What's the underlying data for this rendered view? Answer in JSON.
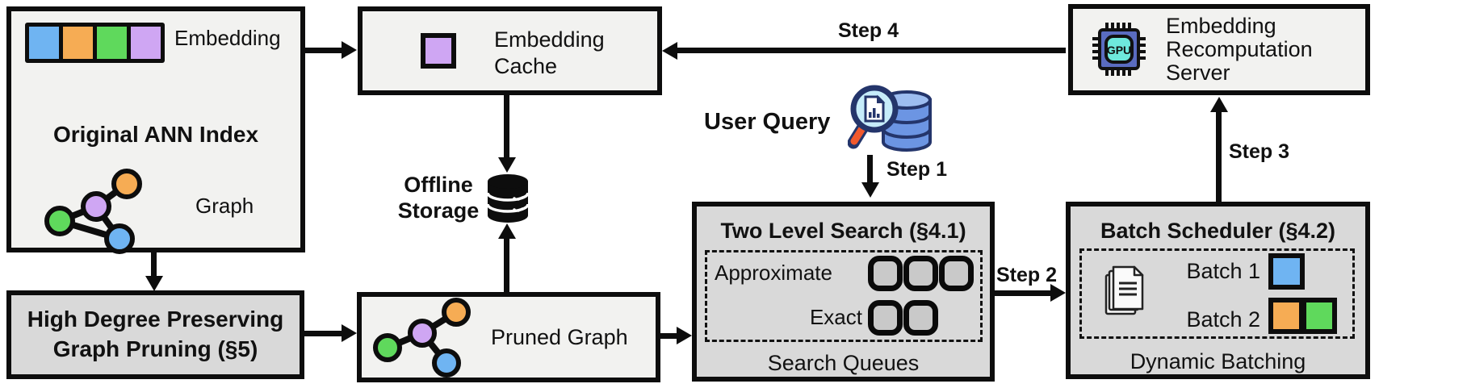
{
  "diagram": {
    "original_index": {
      "embedding_label": "Embedding",
      "title": "Original ANN Index",
      "graph_label": "Graph"
    },
    "graph_pruning": {
      "line1": "High Degree Preserving",
      "line2": "Graph Pruning (§5)"
    },
    "embedding_cache": {
      "line1": "Embedding",
      "line2": "Cache"
    },
    "offline_storage": {
      "line1": "Offline",
      "line2": "Storage"
    },
    "pruned_graph": {
      "label": "Pruned Graph"
    },
    "user_query": {
      "label": "User Query"
    },
    "two_level_search": {
      "title": "Two Level Search (§4.1)",
      "approximate_label": "Approximate",
      "exact_label": "Exact",
      "footer": "Search Queues"
    },
    "batch_scheduler": {
      "title": "Batch Scheduler (§4.2)",
      "batch1_label": "Batch 1",
      "batch2_label": "Batch 2",
      "footer": "Dynamic Batching"
    },
    "recomputation_server": {
      "line1": "Embedding",
      "line2": "Recomputation",
      "line3": "Server",
      "chip_label": "GPU"
    },
    "steps": {
      "step1": "Step 1",
      "step2": "Step 2",
      "step3": "Step 3",
      "step4": "Step 4"
    }
  },
  "colors": {
    "blue": "#6FB4F2",
    "orange": "#F6AC54",
    "green": "#5FD95C",
    "purple": "#CFA6F3",
    "outline": "#0D0D0D",
    "panel_light": "#F2F2F0",
    "panel_dark": "#D9D9D9",
    "queue_slot": "#C9C9C9",
    "db_blue": "#6C95E3",
    "db_blue_light": "#9DBDF0",
    "db_outline": "#24356B",
    "lens_fill": "#C6ECFA",
    "handle_orange": "#F2592D",
    "chip_body": "#5A6CC0",
    "chip_core": "#6EE8DC"
  }
}
